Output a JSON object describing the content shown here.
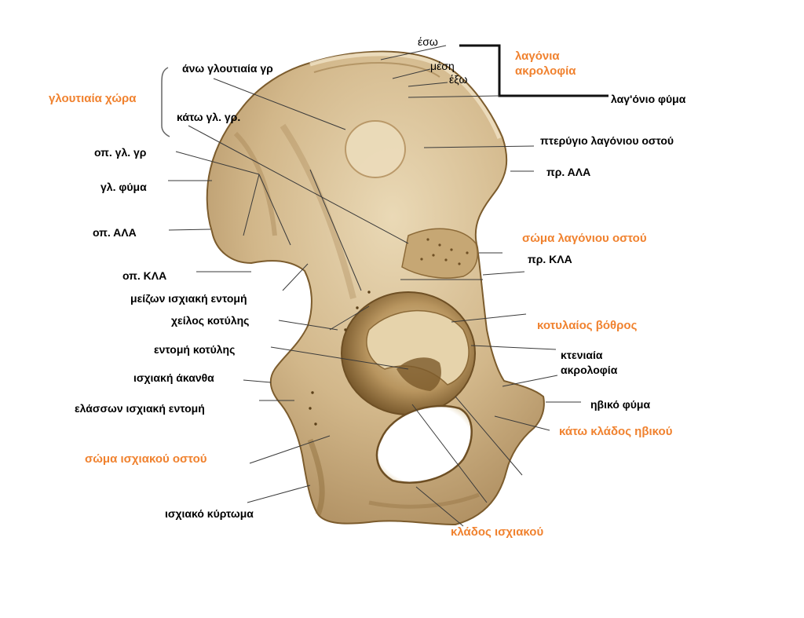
{
  "colors": {
    "orange_label": "#f0822f",
    "black_label": "#000000",
    "bone_light": "#e2d0ab",
    "bone_mid": "#c7aa77",
    "bone_dark": "#7c5c2d",
    "leader_line": "#3a3a3a"
  },
  "labels": {
    "eso": "έσω",
    "mesi": "μέση",
    "exo": "έξω",
    "lagonia_akrolofia": "λαγόνια\nακρολοφία",
    "lagonio_fyma": "λαγ'όνιο φύμα",
    "ano_gloutiaia": "άνω γλουτιαία γρ",
    "gloutiaia_chora": "γλουτιαία χώρα",
    "kato_gl_gr": "κάτω γλ. γρ.",
    "pterygio": "πτερύγιο λαγόνιου οστού",
    "op_gl_gr": "οπ. γλ. γρ",
    "pr_ala": "πρ. ΑΛΑ",
    "gl_fyma": "γλ. φύμα",
    "op_ala": "οπ. ΑΛΑ",
    "soma_lagoniou": "σώμα λαγόνιου οστού",
    "pr_kla": "πρ. ΚΛΑ",
    "op_kla": "οπ. ΚΛΑ",
    "meizon_entomi": "μείζων ισχιακή εντομή",
    "cheilos_kotylis": "χείλος κοτύλης",
    "kotylaios_vothros": "κοτυλαίος βόθρος",
    "entomi_kotylis": "εντομή κοτύλης",
    "ktenia_akrolofia": "κτενιαία\nακρολοφία",
    "ischiaki_akantha": "ισχιακή άκανθα",
    "ivyko_fyma": "ηβικό φύμα",
    "elasson_entomi": "ελάσσων ισχιακή εντομή",
    "kato_klados_ivikou": "κάτω κλάδος ηβικού",
    "soma_ischiakou": "σώμα ισχιακού οστού",
    "ischiako_kyrtoma": "ισχιακό κύρτωμα",
    "klados_ischiakou": "κλάδος ισχιακού"
  }
}
